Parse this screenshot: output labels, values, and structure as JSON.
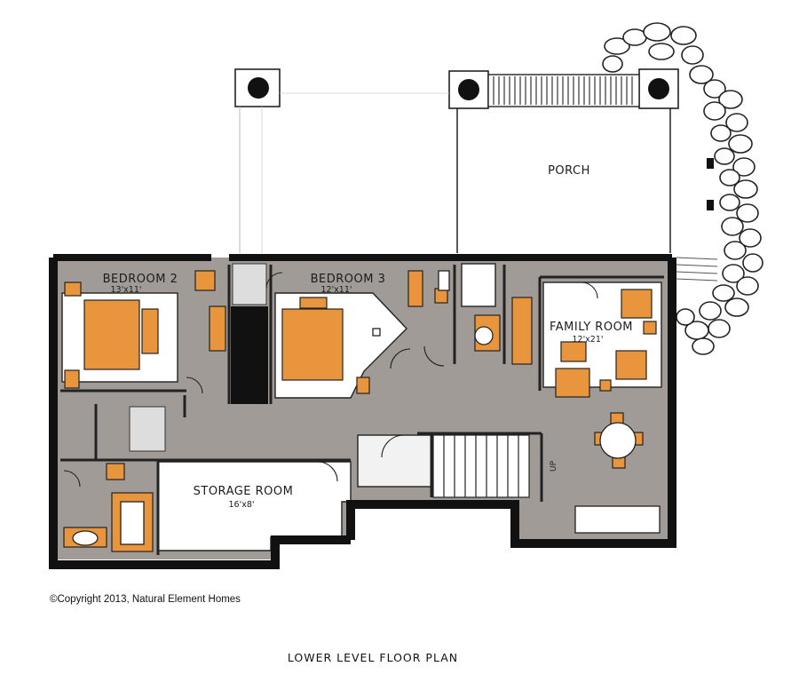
{
  "rooms": {
    "porch": {
      "name": "PORCH"
    },
    "bedroom2": {
      "name": "BEDROOM 2",
      "dims": "13'x11'"
    },
    "bedroom3": {
      "name": "BEDROOM 3",
      "dims": "12'x11'"
    },
    "family_room": {
      "name": "FAMILY ROOM",
      "dims": "12'x21'"
    },
    "storage_room": {
      "name": "STORAGE ROOM",
      "dims": "16'x8'"
    }
  },
  "stair_label": "UP",
  "copyright": "©Copyright 2013, Natural Element Homes",
  "title": "LOWER LEVEL FLOOR PLAN",
  "colors": {
    "wall": "#111111",
    "floor_gray": "#8f8a85",
    "furniture_orange": "#e9953e",
    "stone_outline": "#222222",
    "paper": "#ffffff"
  }
}
